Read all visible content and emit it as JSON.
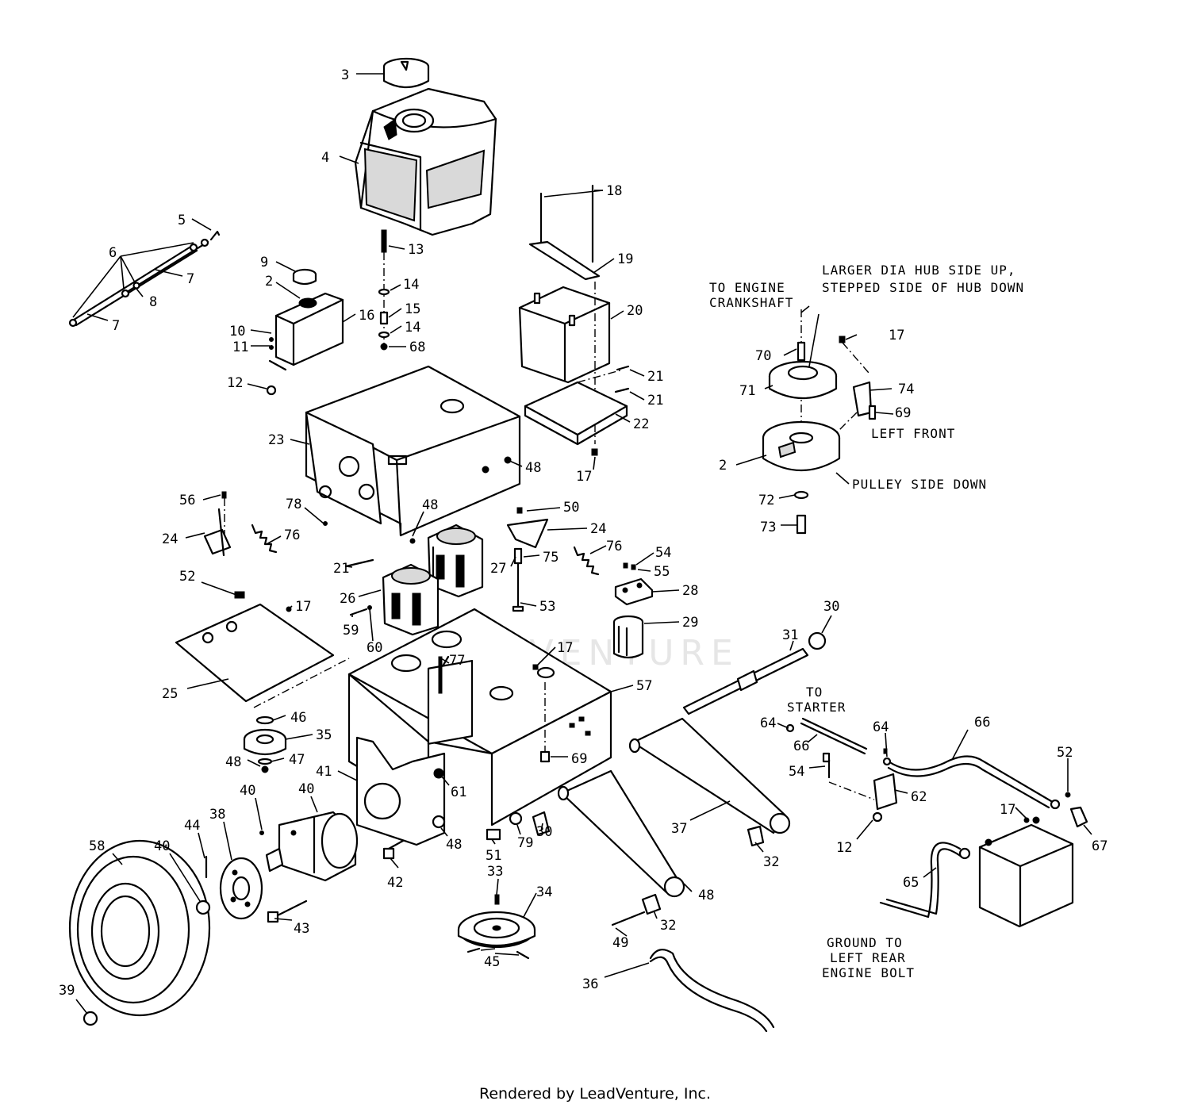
{
  "callouts": {
    "c3": "3",
    "c4": "4",
    "c5": "5",
    "c6": "6",
    "c7a": "7",
    "c7b": "7",
    "c8": "8",
    "c9": "9",
    "c2a": "2",
    "c10": "10",
    "c11": "11",
    "c16": "16",
    "c12a": "12",
    "c13": "13",
    "c14a": "14",
    "c15": "15",
    "c14b": "14",
    "c68": "68",
    "c18": "18",
    "c19": "19",
    "c20": "20",
    "c21a": "21",
    "c21b": "21",
    "c22": "22",
    "c23": "23",
    "c48a": "48",
    "c17a": "17",
    "c56": "56",
    "c78": "78",
    "c24a": "24",
    "c76a": "76",
    "c48b": "48",
    "c21c": "21",
    "c50": "50",
    "c24b": "24",
    "c75": "75",
    "c27": "27",
    "c76b": "76",
    "c54a": "54",
    "c55": "55",
    "c28": "28",
    "c53": "53",
    "c29": "29",
    "c52a": "52",
    "c17b": "17",
    "c26": "26",
    "c59": "59",
    "c60": "60",
    "c77": "77",
    "c17c": "17",
    "c25": "25",
    "c57": "57",
    "c46": "46",
    "c35": "35",
    "c48c": "48",
    "c47": "47",
    "c69a": "69",
    "c41": "41",
    "c40a": "40",
    "c40b": "40",
    "c38": "38",
    "c44": "44",
    "c58": "58",
    "c40c": "40",
    "c61": "61",
    "c48d": "48",
    "c42": "42",
    "c43": "43",
    "c39": "39",
    "c51": "51",
    "c79": "79",
    "c30a": "30",
    "c33": "33",
    "c34": "34",
    "c45": "45",
    "c30b": "30",
    "c31": "31",
    "c37": "37",
    "c32a": "32",
    "c32b": "32",
    "c48e": "48",
    "c49": "49",
    "c36": "36",
    "c64a": "64",
    "c66a": "66",
    "c64b": "64",
    "c66b": "66",
    "c54b": "54",
    "c62": "62",
    "c12b": "12",
    "c52b": "52",
    "c17d": "17",
    "c67": "67",
    "c65": "65",
    "c70": "70",
    "c71": "71",
    "c17e": "17",
    "c74": "74",
    "c69b": "69",
    "c2b": "2",
    "c72": "72",
    "c73": "73"
  },
  "notes": {
    "to_engine_1": "TO ENGINE",
    "to_engine_2": "CRANKSHAFT",
    "hub_1": "LARGER DIA HUB SIDE UP,",
    "hub_2": "STEPPED SIDE OF HUB DOWN",
    "left_front": "LEFT FRONT",
    "pulley_down": "PULLEY SIDE DOWN",
    "to_starter_1": "TO",
    "to_starter_2": "STARTER",
    "ground_1": "GROUND TO",
    "ground_2": "LEFT REAR",
    "ground_3": "ENGINE BOLT"
  },
  "watermark": "LEADVENTURE",
  "footer": "Rendered by LeadVenture, Inc."
}
